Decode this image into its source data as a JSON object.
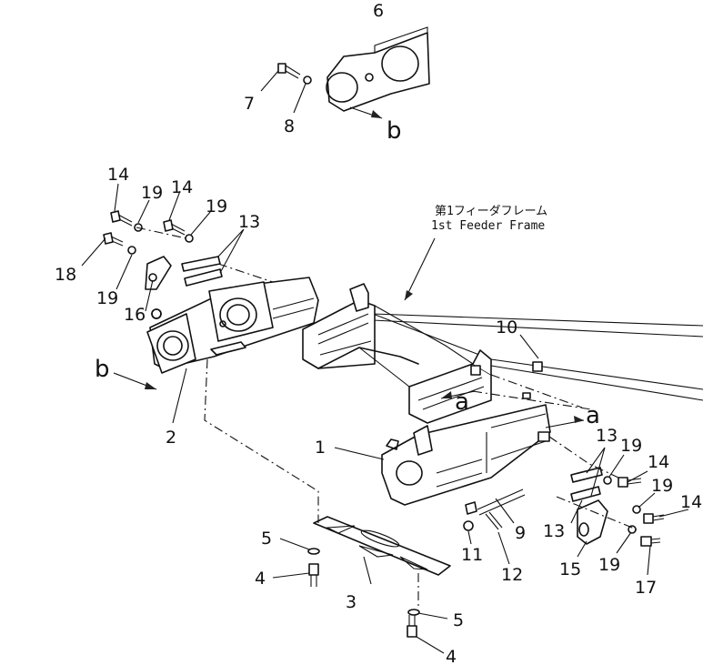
{
  "frame_label": {
    "japanese": "第1フィーダフレーム",
    "english": "1st Feeder Frame"
  },
  "view_letters": {
    "a_upper": "a",
    "a_lower": "a",
    "b_upper": "b",
    "b_left": "b"
  },
  "callouts": {
    "c1": "1",
    "c2": "2",
    "c3": "3",
    "c4_left": "4",
    "c4_bottom": "4",
    "c5_left": "5",
    "c5_bottom": "5",
    "c6": "6",
    "c7": "7",
    "c8": "8",
    "c9": "9",
    "c10": "10",
    "c11": "11",
    "c12": "12",
    "c13_left": "13",
    "c13_right_top": "13",
    "c13_right_bottom": "13",
    "c14_top_a": "14",
    "c14_top_b": "14",
    "c14_right_a": "14",
    "c14_right_b": "14",
    "c15": "15",
    "c16": "16",
    "c17": "17",
    "c18": "18",
    "c19_top_a": "19",
    "c19_top_b": "19",
    "c19_left": "19",
    "c19_right_a": "19",
    "c19_right_b": "19",
    "c19_right_c": "19"
  }
}
